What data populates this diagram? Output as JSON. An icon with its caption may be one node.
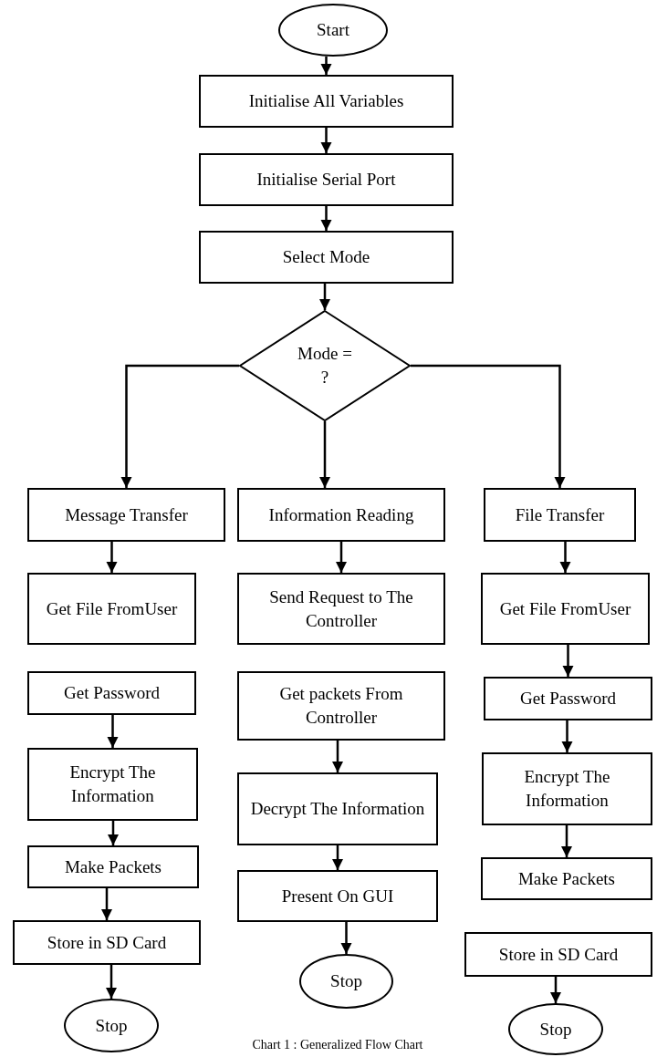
{
  "diagram": {
    "caption": "Chart 1 : Generalized Flow Chart",
    "nodes": [
      {
        "text": [
          "Start"
        ]
      },
      {
        "text": [
          "Initialise All Variables"
        ]
      },
      {
        "text": [
          "Initialise Serial Port"
        ]
      },
      {
        "text": [
          "Select Mode"
        ]
      },
      {
        "text": [
          "Mode = ?"
        ]
      },
      {
        "text": [
          "Message Transfer"
        ]
      },
      {
        "text": [
          "Information Reading"
        ]
      },
      {
        "text": [
          "File Transfer"
        ]
      },
      {
        "text": [
          "Get File FromUser"
        ]
      },
      {
        "text": [
          "Send Request to The Controller"
        ]
      },
      {
        "text": [
          "Get File FromUser"
        ]
      },
      {
        "text": [
          "Get Password"
        ]
      },
      {
        "text": [
          "Get packets From Controller"
        ]
      },
      {
        "text": [
          "Get Password"
        ]
      },
      {
        "text": [
          "Encrypt The Information"
        ]
      },
      {
        "text": [
          "Decrypt The Information"
        ]
      },
      {
        "text": [
          "Encrypt The Information"
        ]
      },
      {
        "text": [
          "Make Packets"
        ]
      },
      {
        "text": [
          "Present On GUI"
        ]
      },
      {
        "text": [
          "Make Packets"
        ]
      },
      {
        "text": [
          "Store in SD Card"
        ]
      },
      {
        "text": [
          "Stop"
        ]
      },
      {
        "text": [
          "Store in SD Card"
        ]
      },
      {
        "text": [
          "Stop"
        ]
      },
      {
        "text": [
          "Stop"
        ]
      }
    ],
    "edges": [
      {
        "from": 0,
        "to": 1,
        "arrow": "to"
      },
      {
        "from": 1,
        "to": 2,
        "arrow": "to"
      },
      {
        "from": 2,
        "to": 3,
        "arrow": "to"
      },
      {
        "from": 3,
        "to": 4,
        "arrow": "to"
      },
      {
        "from": 4,
        "to": 5,
        "arrow": "to"
      },
      {
        "from": 4,
        "to": 6,
        "arrow": "to"
      },
      {
        "from": 4,
        "to": 7,
        "arrow": "to"
      },
      {
        "from": 5,
        "to": 8,
        "arrow": "to"
      },
      {
        "from": 6,
        "to": 9,
        "arrow": "to"
      },
      {
        "from": 7,
        "to": 10,
        "arrow": "to"
      },
      {
        "from": 11,
        "to": 14,
        "arrow": "to"
      },
      {
        "from": 14,
        "to": 17,
        "arrow": "to"
      },
      {
        "from": 17,
        "to": 20,
        "arrow": "to"
      },
      {
        "from": 20,
        "to": 23,
        "arrow": "to"
      },
      {
        "from": 12,
        "to": 15,
        "arrow": "to"
      },
      {
        "from": 15,
        "to": 18,
        "arrow": "to"
      },
      {
        "from": 18,
        "to": 21,
        "arrow": "to"
      },
      {
        "from": 10,
        "to": 13,
        "arrow": "to"
      },
      {
        "from": 13,
        "to": 16,
        "arrow": "to"
      },
      {
        "from": 16,
        "to": 19,
        "arrow": "to"
      },
      {
        "from": 22,
        "to": 24,
        "arrow": "to"
      }
    ]
  }
}
